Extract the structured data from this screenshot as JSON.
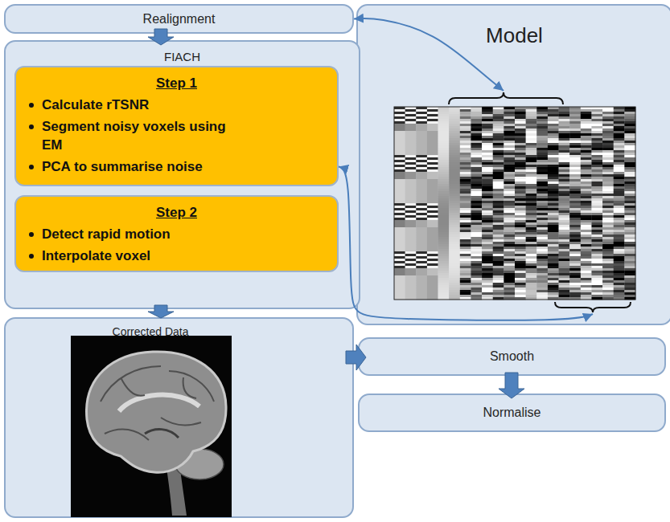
{
  "diagram": {
    "nodes": [
      {
        "text": [
          "Realignment"
        ]
      },
      {
        "text": [
          "Model"
        ]
      },
      {
        "text": [
          "FIACH"
        ]
      },
      {
        "text": [
          "Step 1",
          "Calculate rTSNR",
          "Segment noisy voxels using EM",
          "PCA to summarise noise"
        ],
        "in": 2
      },
      {
        "text": [
          "Step 2",
          "Detect rapid motion",
          "Interpolate voxel"
        ],
        "in": 2
      },
      {
        "text": [
          "Corrected Data"
        ]
      },
      {
        "text": [
          "Smooth"
        ]
      },
      {
        "text": [
          "Normalise"
        ]
      }
    ],
    "edges": [
      {
        "from": 0,
        "to": 2,
        "arrow": "to"
      },
      {
        "from": 0,
        "to": 1,
        "arrow": "both"
      },
      {
        "from": 3,
        "to": 1,
        "arrow": "both"
      },
      {
        "from": 2,
        "to": 5,
        "arrow": "to"
      },
      {
        "from": 5,
        "to": 6,
        "arrow": "to"
      },
      {
        "from": 6,
        "to": 7,
        "arrow": "to"
      }
    ]
  }
}
